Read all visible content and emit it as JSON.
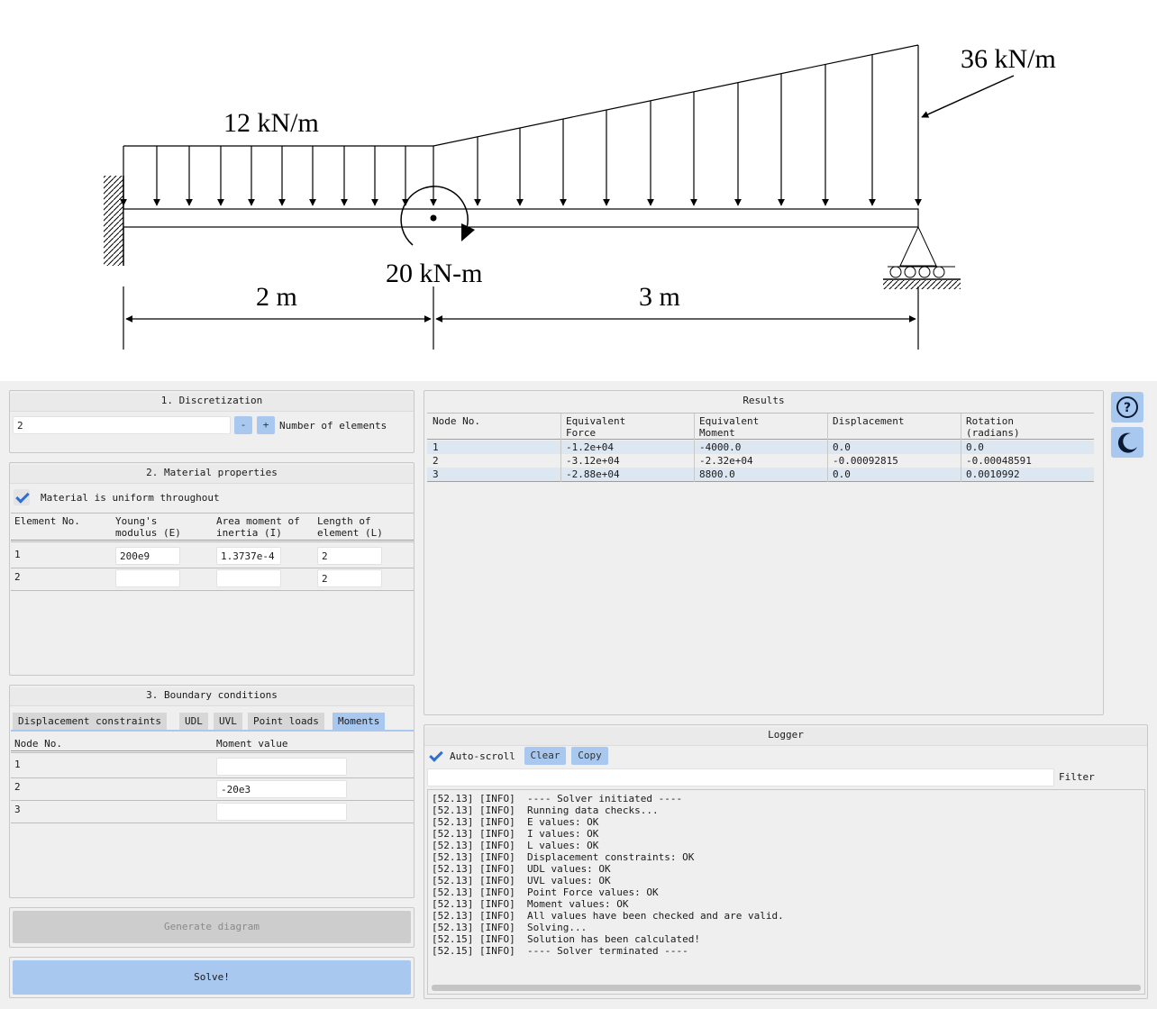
{
  "diagram": {
    "label_udl": "12 kN/m",
    "label_uvl": "36 kN/m",
    "label_moment": "20 kN-m",
    "label_span1": "2 m",
    "label_span2": "3 m"
  },
  "discretization": {
    "title": "1. Discretization",
    "num_elements_value": "2",
    "minus_label": "-",
    "plus_label": "+",
    "num_elements_label": "Number of elements"
  },
  "material": {
    "title": "2. Material properties",
    "uniform_label": "Material is uniform throughout",
    "uniform_checked": true,
    "headers": [
      "Element No.",
      "Young's\nmodulus (E)",
      "Area moment of\ninertia (I)",
      "Length of\nelement (L)"
    ],
    "rows": [
      {
        "element": "1",
        "E": "200e9",
        "I": "1.3737e-4",
        "L": "2"
      },
      {
        "element": "2",
        "E": "",
        "I": "",
        "L": "2"
      }
    ]
  },
  "boundary": {
    "title": "3. Boundary conditions",
    "tabs": [
      "Displacement constraints",
      "UDL",
      "UVL",
      "Point loads",
      "Moments"
    ],
    "active_tab": "Moments",
    "headers": [
      "Node No.",
      "Moment value"
    ],
    "rows": [
      {
        "node": "1",
        "value": ""
      },
      {
        "node": "2",
        "value": "-20e3"
      },
      {
        "node": "3",
        "value": ""
      }
    ]
  },
  "actions": {
    "generate_label": "Generate diagram",
    "solve_label": "Solve!"
  },
  "results": {
    "title": "Results",
    "headers": [
      "Node No.",
      "Equivalent\nForce",
      "Equivalent\nMoment",
      "Displacement",
      "Rotation\n(radians)"
    ],
    "rows": [
      [
        "1",
        "-1.2e+04",
        "-4000.0",
        "0.0",
        "0.0"
      ],
      [
        "2",
        "-3.12e+04",
        "-2.32e+04",
        "-0.00092815",
        "-0.00048591"
      ],
      [
        "3",
        "-2.88e+04",
        "8800.0",
        "0.0",
        "0.0010992"
      ]
    ]
  },
  "logger": {
    "title": "Logger",
    "autoscroll_label": "Auto-scroll",
    "autoscroll_checked": true,
    "clear_label": "Clear",
    "copy_label": "Copy",
    "filter_label": "Filter",
    "filter_value": "",
    "lines": [
      "[52.13] [INFO]  ---- Solver initiated ----",
      "[52.13] [INFO]  Running data checks...",
      "[52.13] [INFO]  E values: OK",
      "[52.13] [INFO]  I values: OK",
      "[52.13] [INFO]  L values: OK",
      "[52.13] [INFO]  Displacement constraints: OK",
      "[52.13] [INFO]  UDL values: OK",
      "[52.13] [INFO]  UVL values: OK",
      "[52.13] [INFO]  Point Force values: OK",
      "[52.13] [INFO]  Moment values: OK",
      "[52.13] [INFO]  All values have been checked and are valid.",
      "[52.13] [INFO]  Solving...",
      "[52.15] [INFO]  Solution has been calculated!",
      "[52.15] [INFO]  ---- Solver terminated ----"
    ]
  },
  "side": {
    "help_icon": "question-circle-icon",
    "theme_icon": "moon-icon"
  },
  "colors": {
    "accent": "#a9c8f0",
    "row_highlight": "#dde7f2",
    "check": "#2e6fd6"
  }
}
